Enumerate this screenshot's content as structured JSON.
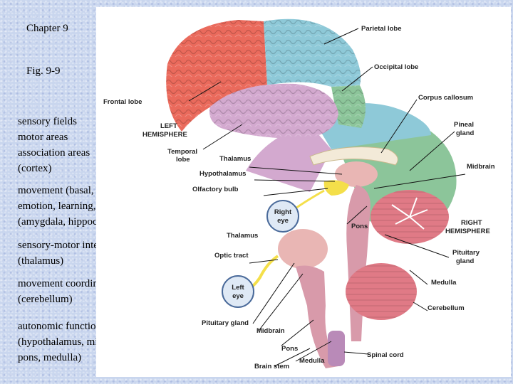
{
  "slide": {
    "chapter": "Chapter 9",
    "figure": "Fig. 9-9",
    "blocks": [
      [
        "sensory fields",
        "motor areas",
        "association areas",
        "(cortex)"
      ],
      [
        "movement (basal, limbic)",
        "emotion, learning, memory",
        "(amygdala, hippocampus)"
      ],
      [
        "sensory-motor integration",
        "(thalamus)"
      ],
      [
        "movement coordination",
        "(cerebellum)"
      ],
      [
        "autonomic functions",
        "(hypothalamus, midbrain,",
        "pons, medulla)"
      ]
    ]
  },
  "labels": {
    "parietal": "Parietal lobe",
    "occipital": "Occipital lobe",
    "frontal": "Frontal lobe",
    "corpus": "Corpus callosum",
    "left_hemi_1": "LEFT",
    "left_hemi_2": "HEMISPHERE",
    "pineal_1": "Pineal",
    "pineal_2": "gland",
    "temporal_1": "Temporal",
    "temporal_2": "lobe",
    "thalamus_top": "Thalamus",
    "midbrain_top": "Midbrain",
    "hypothalamus": "Hypothalamus",
    "olfactory": "Olfactory bulb",
    "right_eye_1": "Right",
    "right_eye_2": "eye",
    "right_hemi_1": "RIGHT",
    "right_hemi_2": "HEMISPHERE",
    "pons_top": "Pons",
    "thalamus_mid": "Thalamus",
    "pituitary_r_1": "Pituitary",
    "pituitary_r_2": "gland",
    "optic": "Optic tract",
    "medulla_r": "Medulla",
    "left_eye_1": "Left",
    "left_eye_2": "eye",
    "cerebellum": "Cerebellum",
    "pituitary_l": "Pituitary gland",
    "midbrain_low": "Midbrain",
    "pons_low": "Pons",
    "spinal": "Spinal cord",
    "medulla_low": "Medulla",
    "brainstem": "Brain stem"
  },
  "colors": {
    "frontal": "#ea6a5c",
    "parietal": "#8ec9d8",
    "occipital": "#8cc59a",
    "temporal": "#d3a9cf",
    "cerebellum": "#e07a86",
    "brainstem": "#d89aaa",
    "thalamus": "#e9b6b4",
    "olfactory": "#f4df4a"
  }
}
